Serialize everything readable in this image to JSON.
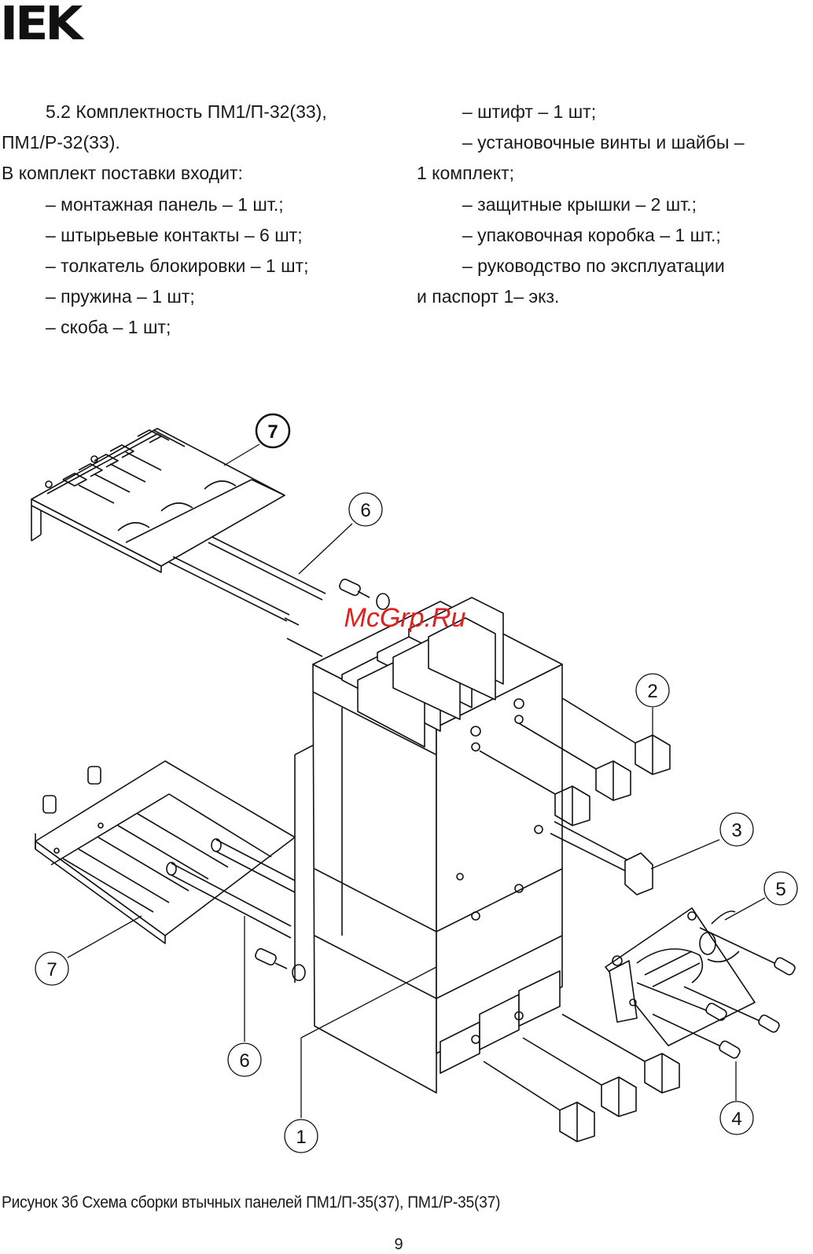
{
  "header": {
    "logo_text": "IEK"
  },
  "left_column": [
    "5.2  Комплектность ПМ1/П-32(33),",
    "ПМ1/Р-32(33).",
    "В комплект поставки входит:",
    "– монтажная панель – 1 шт.;",
    "– штырьевые контакты – 6 шт;",
    "– толкатель блокировки – 1 шт;",
    "– пружина – 1 шт;",
    "– скоба – 1 шт;"
  ],
  "right_column": [
    "– штифт – 1 шт;",
    "– установочные винты и шайбы –",
    "1 комплект;",
    "– защитные крышки – 2 шт.;",
    "– упаковочная коробка – 1 шт.;",
    "– руководство по эксплуатации",
    "и паспорт  1– экз."
  ],
  "figure": {
    "watermark": "McGrp.Ru",
    "callouts": {
      "c7_top": "7",
      "c6_top": "6",
      "c2": "2",
      "c3": "3",
      "c5": "5",
      "c7_left": "7",
      "c6_bottom": "6",
      "c1": "1",
      "c4": "4"
    }
  },
  "caption": "Рисунок 3б  Схема сборки втычных панелей ПМ1/П-35(37), ПМ1/Р-35(37)",
  "page_number": "9"
}
